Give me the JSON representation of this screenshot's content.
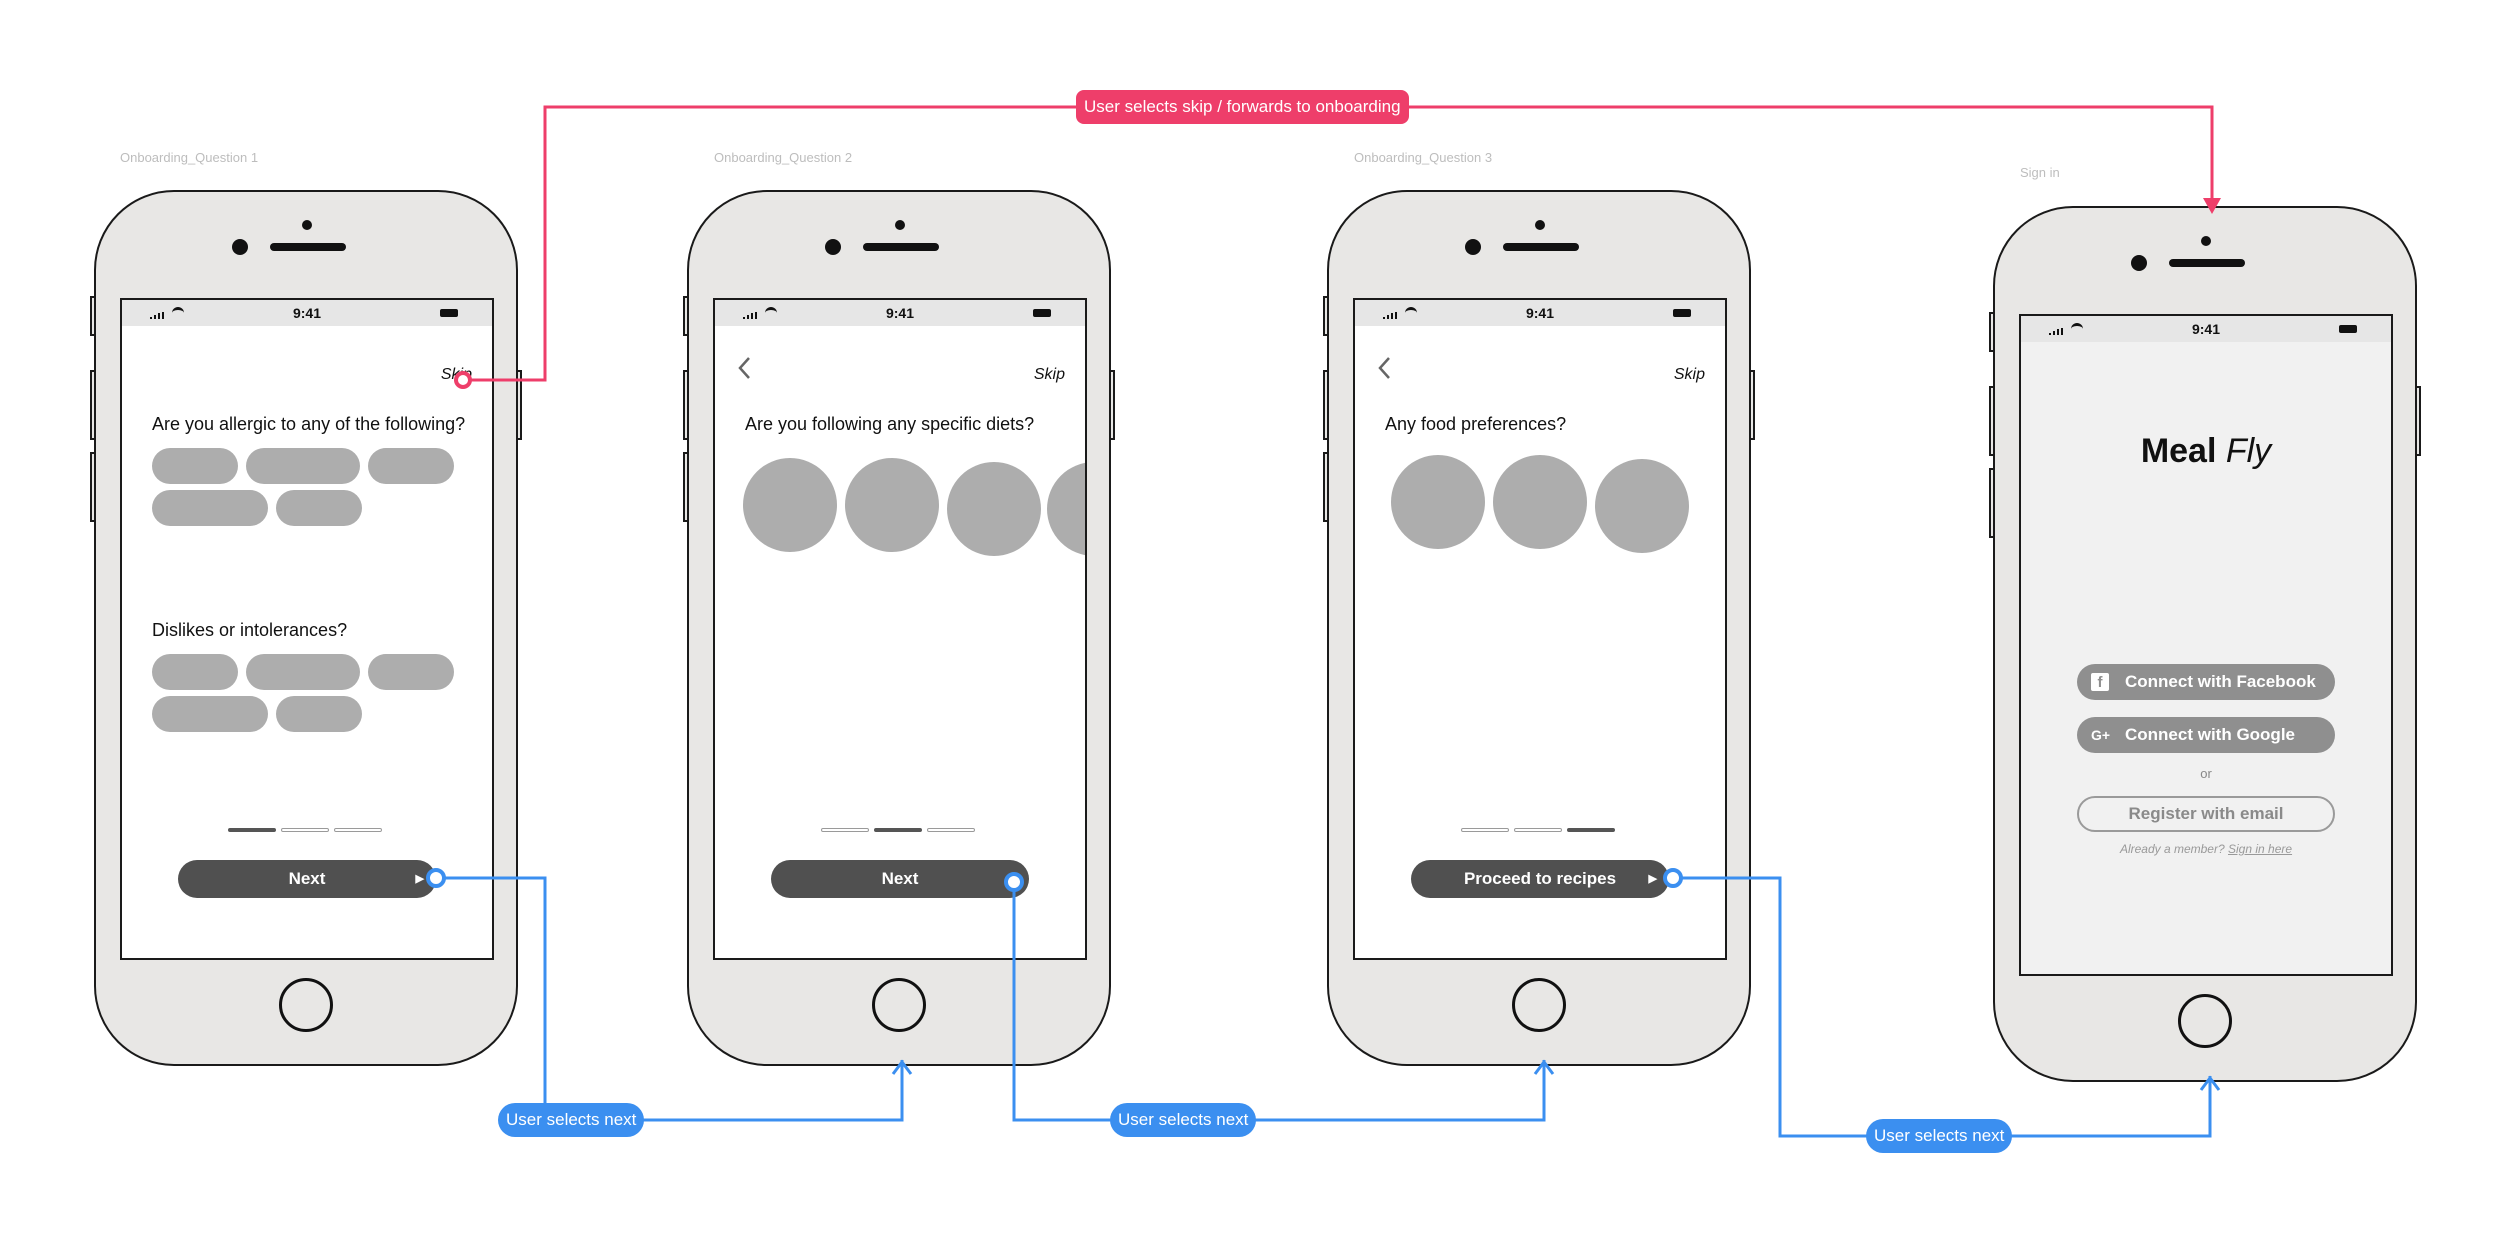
{
  "artboards": {
    "q1": "Onboarding_Question 1",
    "q2": "Onboarding_Question 2",
    "q3": "Onboarding_Question 3",
    "signin": "Sign in"
  },
  "status_time": "9:41",
  "q1": {
    "skip": "Skip",
    "question_1": "Are you allergic to any of the following?",
    "question_2": "Dislikes or intolerances?",
    "cta": "Next",
    "step": 1
  },
  "q2": {
    "skip": "Skip",
    "question": "Are you following any specific diets?",
    "cta": "Next",
    "step": 2
  },
  "q3": {
    "skip": "Skip",
    "question": "Any food preferences?",
    "cta": "Proceed to recipes",
    "step": 3
  },
  "signin": {
    "logo_bold": "Meal",
    "logo_italic": "Fly",
    "facebook": "Connect with Facebook",
    "google": "Connect with Google",
    "google_icon": "G+",
    "or": "or",
    "register": "Register with email",
    "already": "Already a member?",
    "sign_in_link": "Sign in here"
  },
  "flows": {
    "skip": "User selects skip / forwards to onboarding",
    "next_1": "User selects next",
    "next_2": "User selects next",
    "next_3": "User selects next"
  },
  "colors": {
    "flow_blue": "#3b8ff0",
    "flow_red": "#ee3e6a",
    "placeholder": "#adadad",
    "phone_body": "#e8e7e5"
  }
}
